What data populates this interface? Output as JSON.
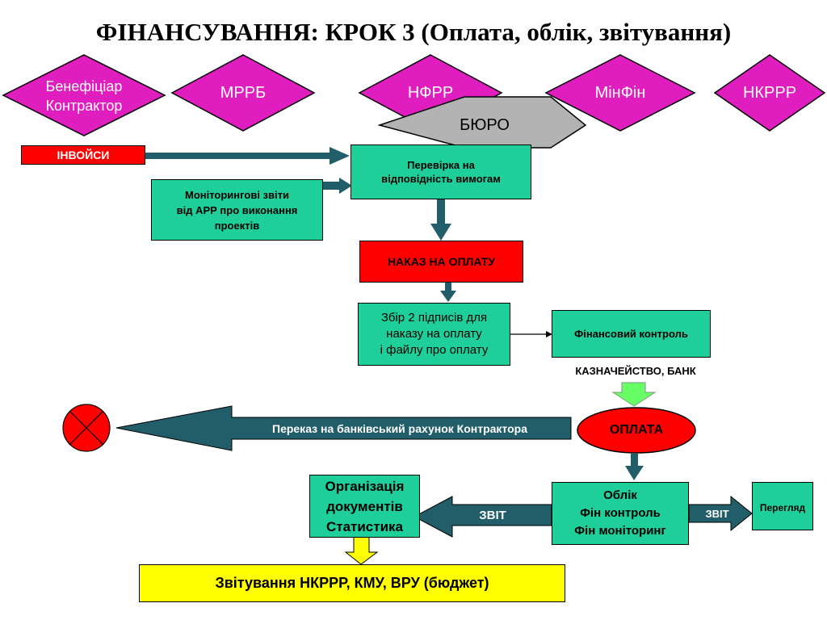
{
  "title": "ФІНАНСУВАННЯ: КРОК 3 (Оплата, облік, звітування)",
  "colors": {
    "diamond": "#e01ec0",
    "bureau": "#b3b3b3",
    "green": "#1ecf9a",
    "red": "#ff0000",
    "yellow": "#ffff00",
    "arrow": "#215e6a",
    "light_green": "#66ff66"
  },
  "diamonds": {
    "beneficiary": "Бенефіціар\nКонтрактор",
    "mrrb": "МРРБ",
    "nfrr": "НФРР",
    "minfin": "МінФін",
    "nkrrr": "НКРРР"
  },
  "bureau": "БЮРО",
  "invoices": "ІНВОЙСИ",
  "check": "Перевірка на\nвідповідність вимогам",
  "monitoring": "Моніторингові звіти\nвід АРР про виконання\nпроектів",
  "payment_order": "НАКАЗ НА ОПЛАТУ",
  "signatures": "Збір 2 підписів для\nнаказу на оплату\nі файлу про оплату",
  "fin_control": "Фінансовий контроль",
  "treasury": "КАЗНАЧЕЙСТВО, БАНК",
  "transfer": "Переказ на банківський рахунок Контрактора",
  "payment": "ОПЛАТА",
  "accounting": "Облік\nФін контроль\nФін моніторинг",
  "report_left": "ЗВІТ",
  "report_right": "ЗВІТ",
  "review": "Перегляд",
  "organization": "Організація\nдокументів\nСтатистика",
  "reporting": "Звітування НКРРР, КМУ, ВРУ (бюджет)"
}
